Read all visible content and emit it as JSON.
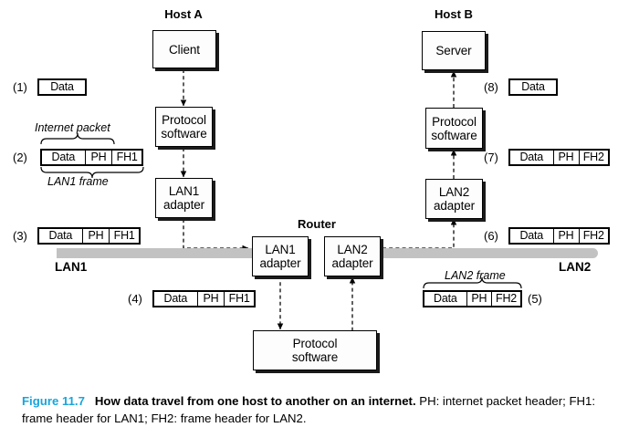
{
  "figure": {
    "number": "Figure 11.7",
    "title": "How data travel from one host to another on an internet.",
    "legend": " PH: internet packet header; FH1: frame header for LAN1; FH2: frame header for LAN2.",
    "accent_color": "#18A5DC"
  },
  "headers": {
    "host_a": "Host A",
    "host_b": "Host B",
    "router": "Router"
  },
  "nodes": {
    "client": "Client",
    "server": "Server",
    "protocol_l1": "Protocol",
    "protocol_l2": "software",
    "lan1_adapter_l1": "LAN1",
    "lan2_adapter_l1": "LAN2",
    "adapter_l2": "adapter"
  },
  "bus": {
    "lan1_label": "LAN1",
    "lan2_label": "LAN2",
    "color": "#c2c2c2"
  },
  "annotations": {
    "internet_packet": "Internet packet",
    "lan1_frame": "LAN1 frame",
    "lan2_frame": "LAN2 frame"
  },
  "fields": {
    "data": "Data",
    "ph": "PH",
    "fh1": "FH1",
    "fh2": "FH2"
  },
  "steps": [
    {
      "id": "1",
      "label": "(1)",
      "fields": [
        "Data"
      ]
    },
    {
      "id": "2",
      "label": "(2)",
      "fields": [
        "Data",
        "PH",
        "FH1"
      ]
    },
    {
      "id": "3",
      "label": "(3)",
      "fields": [
        "Data",
        "PH",
        "FH1"
      ]
    },
    {
      "id": "4",
      "label": "(4)",
      "fields": [
        "Data",
        "PH",
        "FH1"
      ]
    },
    {
      "id": "5",
      "label": "(5)",
      "fields": [
        "Data",
        "PH",
        "FH2"
      ]
    },
    {
      "id": "6",
      "label": "(6)",
      "fields": [
        "Data",
        "PH",
        "FH2"
      ]
    },
    {
      "id": "7",
      "label": "(7)",
      "fields": [
        "Data",
        "PH",
        "FH2"
      ]
    },
    {
      "id": "8",
      "label": "(8)",
      "fields": [
        "Data"
      ]
    }
  ]
}
